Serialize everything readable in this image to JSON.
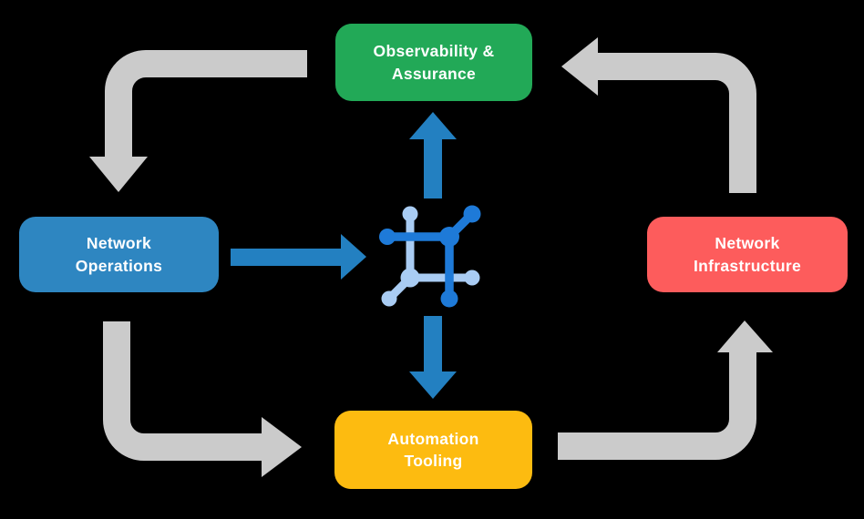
{
  "diagram": {
    "title": "Network lifecycle diagram",
    "nodes": {
      "observability": {
        "label": "Observability &\nAssurance"
      },
      "operations": {
        "label": "Network\nOperations"
      },
      "infrastructure": {
        "label": "Network\nInfrastructure"
      },
      "automation": {
        "label": "Automation\nTooling"
      }
    },
    "center_icon": "network-mesh-icon",
    "flows": [
      "observability -> operations",
      "operations -> automation",
      "automation -> infrastructure",
      "infrastructure -> observability",
      "operations -> center",
      "center -> observability",
      "center -> automation"
    ]
  },
  "colors": {
    "green": "#22a957",
    "blue": "#2e86c1",
    "red": "#fd5c5c",
    "yellow": "#fdbb10",
    "gray_arrow": "#cbcbcb",
    "blue_arrow": "#2380c1",
    "icon_dark": "#1e7ad8",
    "icon_light": "#a9ccf3",
    "label_text": "#ffffff",
    "background": "#000000"
  }
}
